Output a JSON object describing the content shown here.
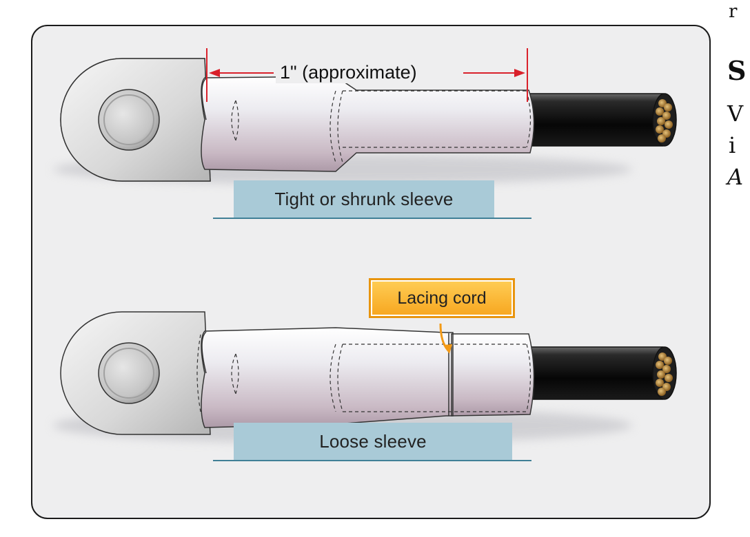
{
  "dimension_label": "1\" (approximate)",
  "captions": {
    "top": "Tight or shrunk sleeve",
    "bottom": "Loose sleeve"
  },
  "callout_label": "Lacing cord",
  "margin_fragments": [
    "r",
    "S",
    "V",
    "i",
    "A"
  ],
  "colors": {
    "dimension_red": "#d9202a",
    "caption_bar": "#a9cad7",
    "callout_orange": "#f7a61f",
    "sleeve": "#dedde3",
    "cable": "#111111",
    "strands": "#b78a3a"
  }
}
